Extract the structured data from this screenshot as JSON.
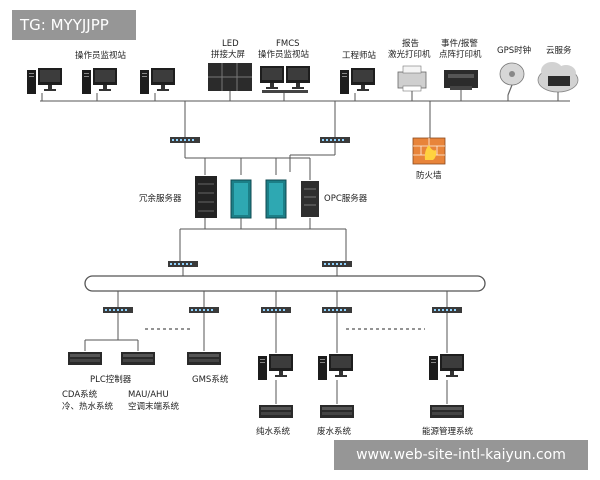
{
  "watermarks": {
    "top_left": "TG: MYYJJPP",
    "bottom_right": "www.web-site-intl-kaiyun.com"
  },
  "top_labels": {
    "operator_station": "操作员监视站",
    "led_line1": "LED",
    "led_line2": "拼接大屏",
    "fmcs_line1": "FMCS",
    "fmcs_line2": "操作员监视站",
    "engineer": "工程师站",
    "report_line1": "报告",
    "report_line2": "激光打印机",
    "event_line1": "事件/报警",
    "event_line2": "点阵打印机",
    "gps": "GPS时钟",
    "cloud": "云服务"
  },
  "middle_labels": {
    "firewall": "防火墙",
    "redundant_server": "冗余服务器",
    "opc_server": "OPC服务器"
  },
  "bottom_labels": {
    "cda_line1": "CDA系统",
    "cda_line2": "冷、热水系统",
    "plc": "PLC控制器",
    "mau_line1": "MAU/AHU",
    "mau_line2": "空调末端系统",
    "gms": "GMS系统",
    "pure_water": "纯水系统",
    "waste_water": "废水系统",
    "energy": "能源管理系统"
  },
  "colors": {
    "line": "#555555",
    "dark_device": "#2b2b2b",
    "teal_server": "#1c7f87",
    "firewall": "#e8843a"
  }
}
